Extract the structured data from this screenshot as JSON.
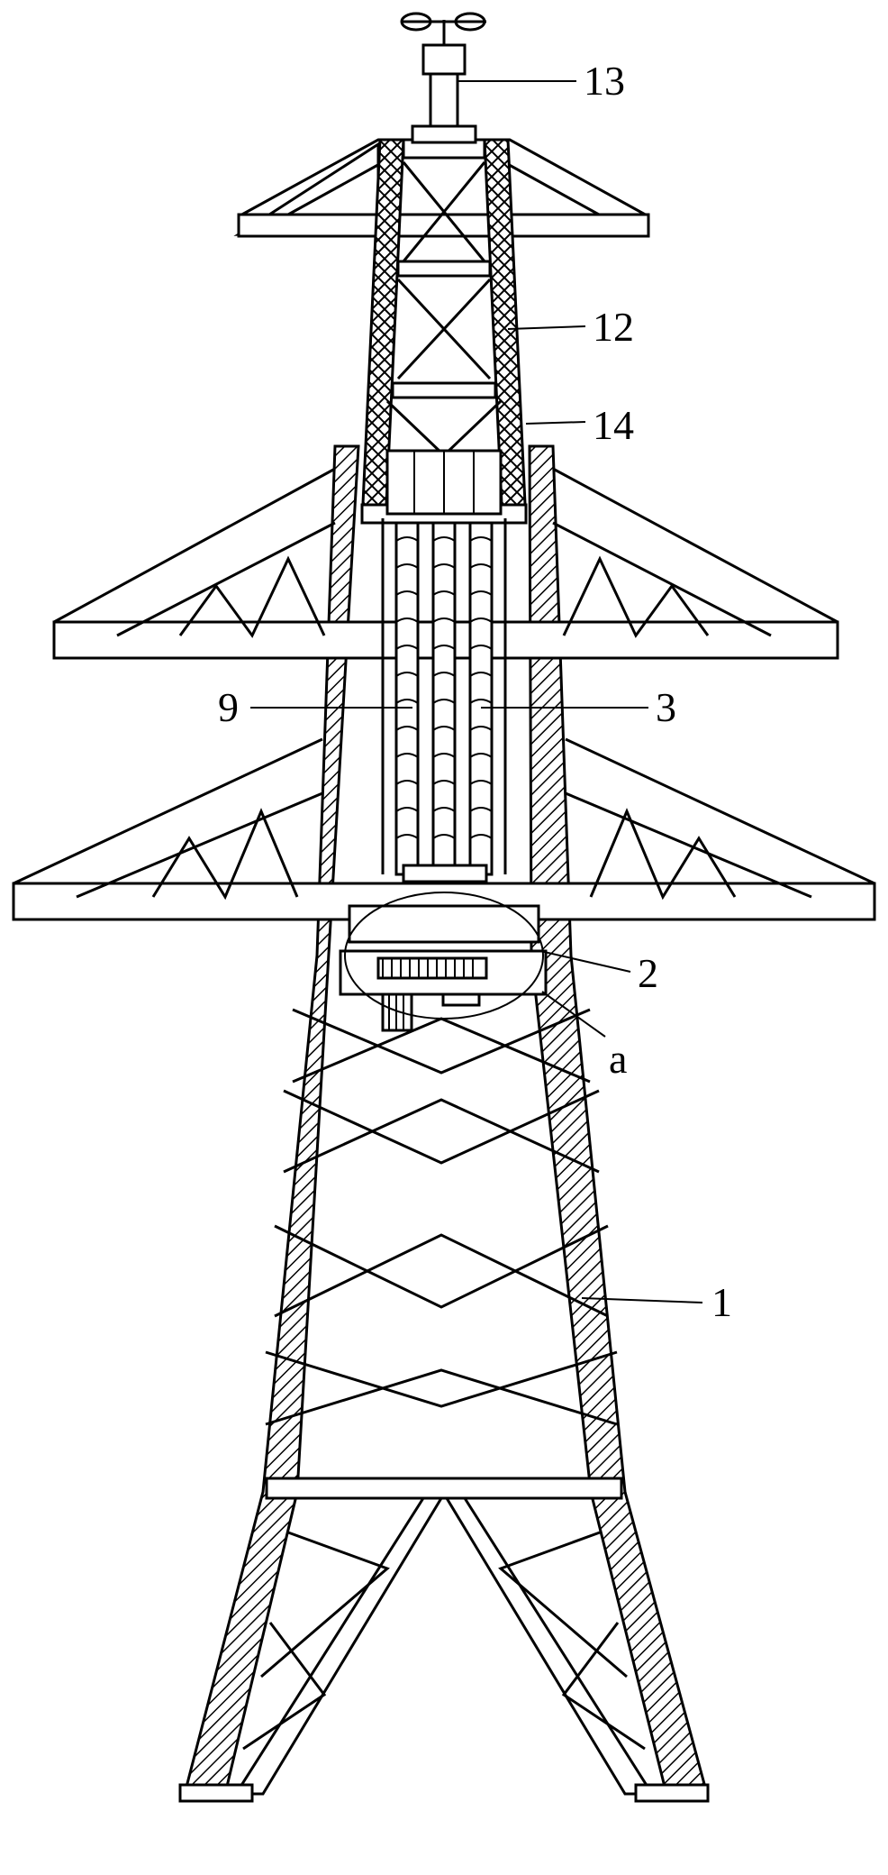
{
  "figure": {
    "labels": [
      {
        "id": "13",
        "text": "13"
      },
      {
        "id": "12",
        "text": "12"
      },
      {
        "id": "14",
        "text": "14"
      },
      {
        "id": "9",
        "text": "9"
      },
      {
        "id": "3",
        "text": "3"
      },
      {
        "id": "2",
        "text": "2"
      },
      {
        "id": "a",
        "text": "a"
      },
      {
        "id": "1",
        "text": "1"
      }
    ]
  }
}
